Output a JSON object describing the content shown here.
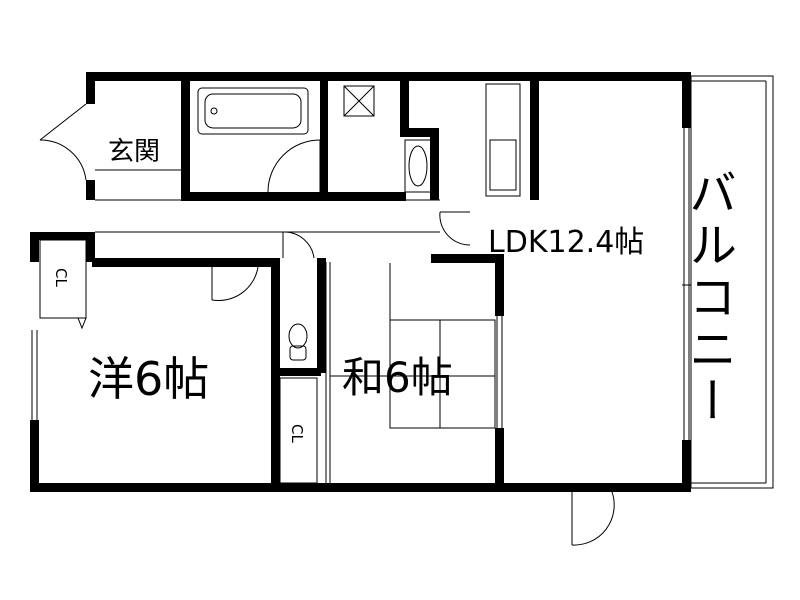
{
  "rooms": {
    "entrance": "玄関",
    "western_room": "洋6帖",
    "japanese_room": "和6帖",
    "ldk": "LDK12.4帖",
    "balcony": "バルコニー",
    "closet_western": "CL",
    "closet_hall": "CL"
  },
  "colors": {
    "wall": "#000000",
    "background": "#ffffff"
  }
}
